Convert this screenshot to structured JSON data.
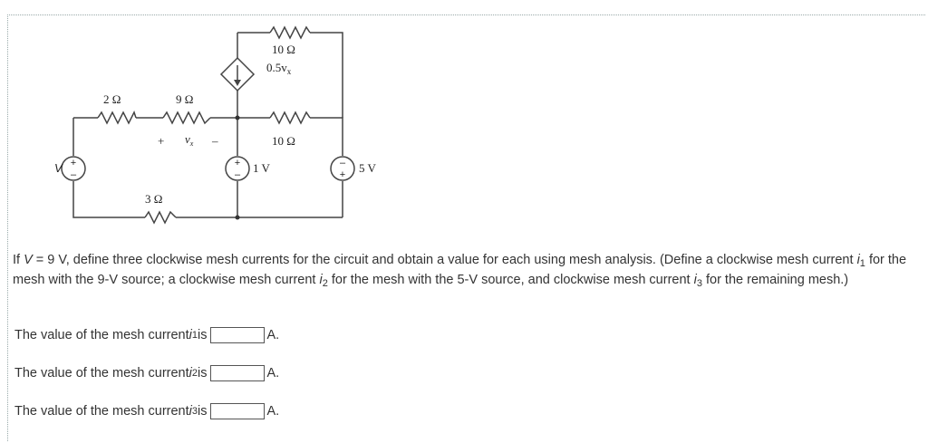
{
  "circuit": {
    "labels": {
      "r_top": "10 Ω",
      "dep_source": "0.5v",
      "dep_sub": "x",
      "r_2": "2 Ω",
      "r_9": "9 Ω",
      "r_10_mid": "10 Ω",
      "r_3": "3 Ω",
      "vx_plus": "+",
      "vx": "v",
      "vx_sub": "x",
      "vx_minus": "–",
      "v_source": "V",
      "v1": "1 V",
      "v5": "5 V"
    }
  },
  "problem": {
    "p1": "If ",
    "v": "V",
    "p2": " = 9 V, define three clockwise mesh currents for the circuit and obtain a value for each using mesh analysis. (Define a clockwise mesh current ",
    "i1": "i",
    "i1_sub": "1",
    "p3": " for the mesh with the 9-V source; a clockwise mesh current ",
    "i2": "i",
    "i2_sub": "2",
    "p4": " for the mesh with the 5-V source, and clockwise mesh current ",
    "i3": "i",
    "i3_sub": "3",
    "p5": " for the remaining mesh.)"
  },
  "questions": [
    {
      "prefix": "The value of the mesh current ",
      "var": "i",
      "sub": "1",
      "suffix": " is",
      "value": "",
      "unit": "A."
    },
    {
      "prefix": "The value of the mesh current ",
      "var": "i",
      "sub": "2",
      "suffix": " is",
      "value": "",
      "unit": "A."
    },
    {
      "prefix": "The value of the mesh current ",
      "var": "i",
      "sub": "3",
      "suffix": " is",
      "value": "",
      "unit": "A."
    }
  ]
}
